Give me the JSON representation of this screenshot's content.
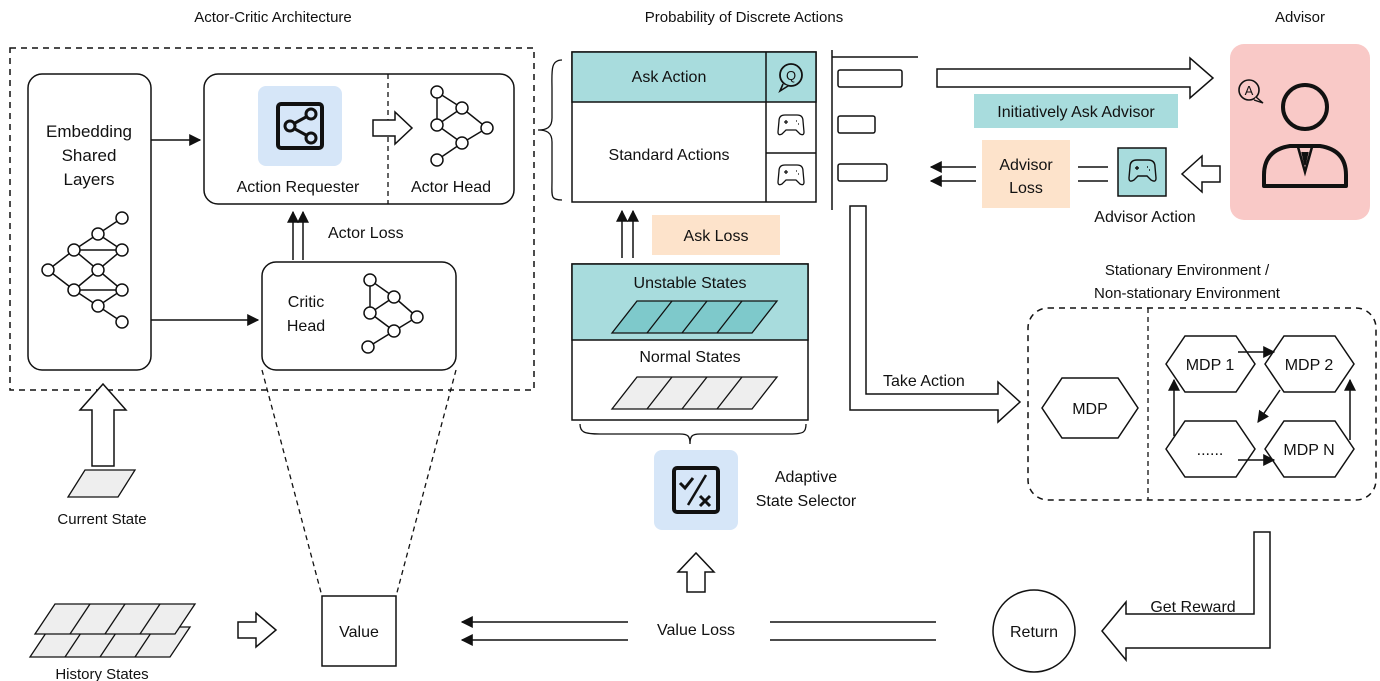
{
  "sections": {
    "actor_critic": "Actor-Critic Architecture",
    "probability": "Probability of Discrete Actions",
    "advisor": "Advisor"
  },
  "embedding": {
    "line1": "Embedding",
    "line2": "Shared",
    "line3": "Layers"
  },
  "action_requester": "Action Requester",
  "actor_head": "Actor Head",
  "actor_loss": "Actor Loss",
  "critic": {
    "line1": "Critic",
    "line2": "Head"
  },
  "current_state": "Current State",
  "history_states": "History States",
  "value": "Value",
  "value_loss": "Value Loss",
  "return": "Return",
  "get_reward": "Get Reward",
  "take_action": "Take Action",
  "actions": {
    "ask": "Ask Action",
    "standard": "Standard Actions"
  },
  "ask_loss": "Ask Loss",
  "states": {
    "unstable": "Unstable States",
    "normal": "Normal States"
  },
  "selector": {
    "line1": "Adaptive",
    "line2": "State Selector"
  },
  "initiatively_ask": "Initiatively Ask Advisor",
  "advisor_loss": {
    "line1": "Advisor",
    "line2": "Loss"
  },
  "advisor_action": "Advisor Action",
  "advisor_badge": "A",
  "ask_badge": "Q",
  "environment": {
    "title1": "Stationary Environment /",
    "title2": "Non-stationary Environment",
    "mdp": "MDP",
    "mdp1": "MDP 1",
    "mdp2": "MDP 2",
    "mdpn": "MDP N",
    "dots": "......"
  },
  "colors": {
    "teal": "#a8dcdd",
    "peach": "#fde3cb",
    "advisor_pink": "#f9c9c7",
    "icon_blue": "#d6e6f8",
    "stroke": "#111111"
  },
  "icons": [
    "share-nodes-icon",
    "checklist-icon",
    "gamepad-icon",
    "question-bubble-icon",
    "advisor-person-icon",
    "neural-net-icon"
  ]
}
